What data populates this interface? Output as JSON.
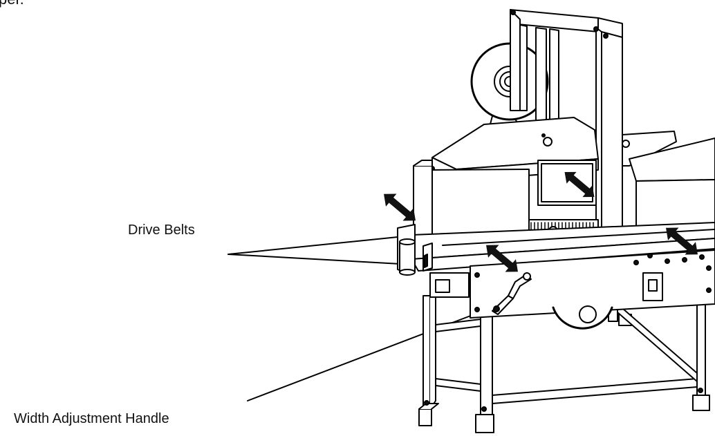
{
  "top_fragment": "per.",
  "labels": {
    "drive_belts": "Drive Belts",
    "width_adjustment_handle": "Width Adjustment Handle"
  },
  "colors": {
    "line": "#000000",
    "fill_light": "#ffffff",
    "fill_gray": "#f2f2f2",
    "fill_dark": "#111111"
  }
}
